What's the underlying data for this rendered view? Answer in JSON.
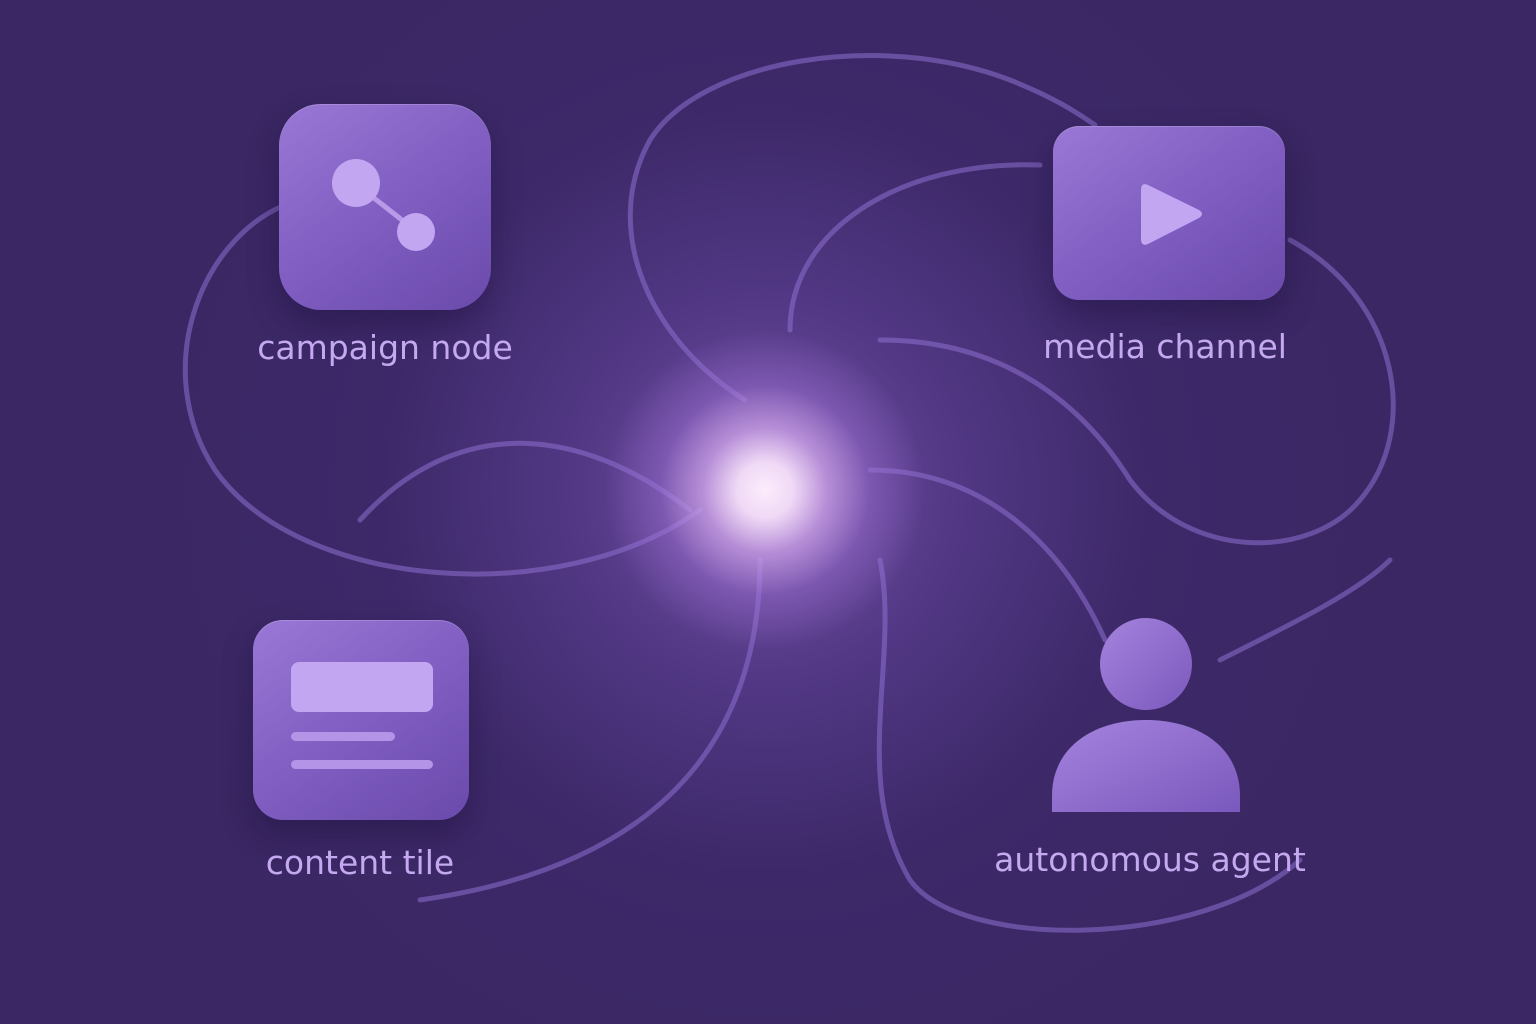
{
  "diagram": {
    "nodes": [
      {
        "id": "campaign",
        "label": "campaign node",
        "icon": "share-nodes-icon"
      },
      {
        "id": "media",
        "label": "media channel",
        "icon": "play-icon"
      },
      {
        "id": "content",
        "label": "content tile",
        "icon": "content-card-icon"
      },
      {
        "id": "agent",
        "label": "autonomous agent",
        "icon": "person-icon"
      }
    ],
    "colors": {
      "background": "#3a2763",
      "tile": "#8463c4",
      "label": "#c4a8f0",
      "core_glow": "#f6e4fa",
      "flow_line": "#8e6fcf"
    }
  }
}
